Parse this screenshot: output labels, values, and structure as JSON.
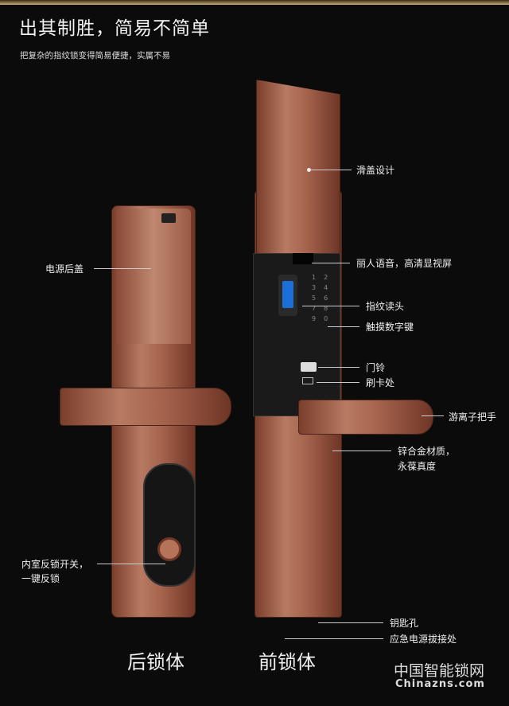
{
  "header": {
    "title": "出其制胜，简易不简单",
    "subtitle": "把复杂的指纹锁变得简易便捷，实属不易"
  },
  "callouts": {
    "slide_cover": "滑盖设计",
    "voice_screen": "丽人语音，高清显视屏",
    "fingerprint": "指纹读头",
    "touch_keys": "触摸数字键",
    "doorbell": "门铃",
    "card": "刷卡处",
    "handle": "游离子把手",
    "material_1": "锌合金材质，",
    "material_2": "永葆真度",
    "keyhole": "钥匙孔",
    "emergency_power": "应急电源拔接处",
    "battery_cover": "电源后盖",
    "lock_switch_1": "内室反锁开关，",
    "lock_switch_2": "一键反锁"
  },
  "captions": {
    "rear": "后锁体",
    "front": "前锁体"
  },
  "keypad": [
    "1",
    "2",
    "3",
    "4",
    "5",
    "6",
    "7",
    "8",
    "9",
    "0"
  ],
  "watermark": {
    "cn": "中国智能锁网",
    "en": "Chinazns.com"
  },
  "colors": {
    "copper": "#a5634c",
    "background": "#0b0b0b"
  }
}
